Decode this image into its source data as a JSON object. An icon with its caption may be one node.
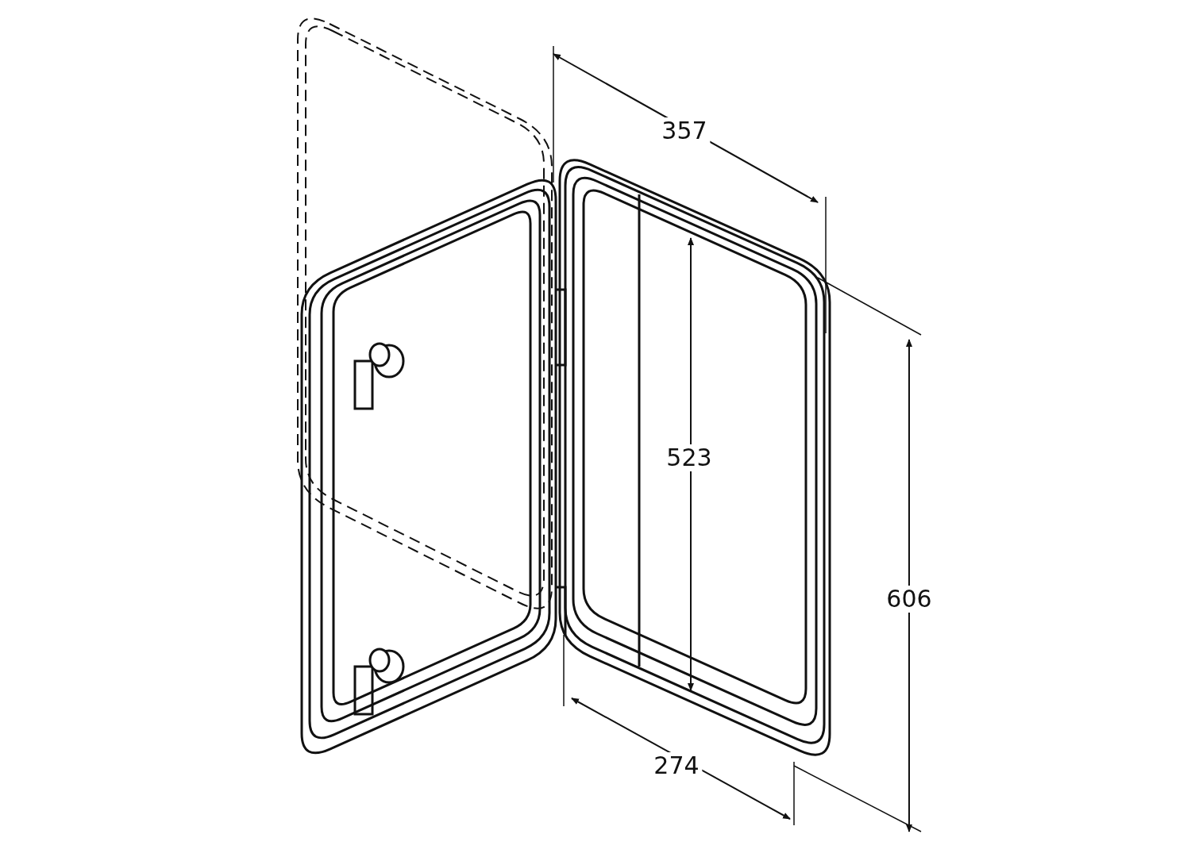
{
  "diagram": {
    "labels": [
      "357",
      "523",
      "606",
      "274"
    ]
  }
}
